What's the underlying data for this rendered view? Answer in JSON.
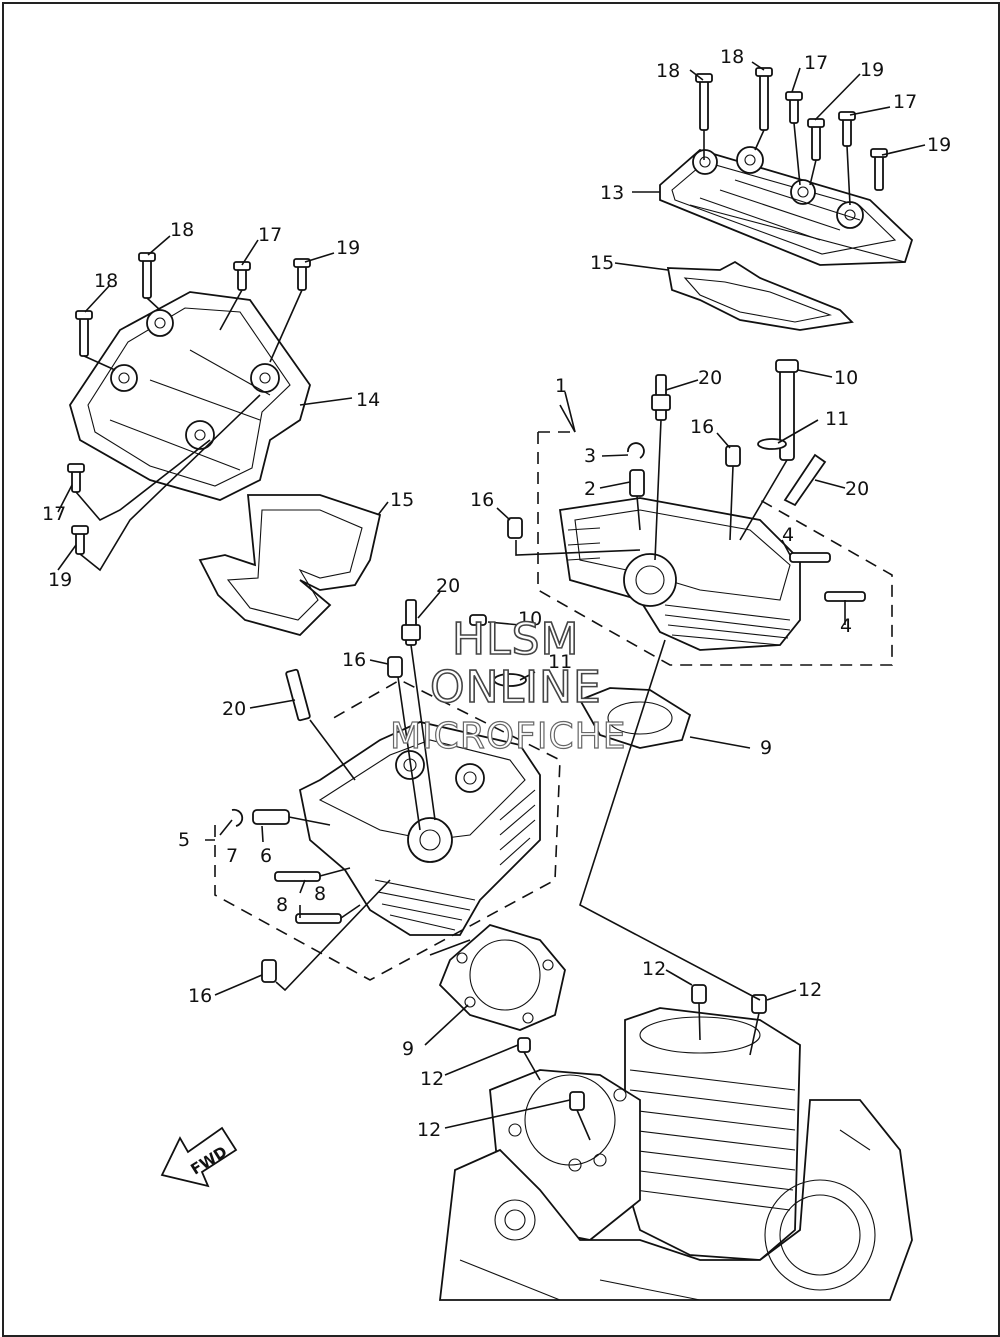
{
  "callouts": {
    "c1": "1",
    "c2": "2",
    "c3": "3",
    "c4a": "4",
    "c4b": "4",
    "c5": "5",
    "c6": "6",
    "c7": "7",
    "c8a": "8",
    "c8b": "8",
    "c9a": "9",
    "c9b": "9",
    "c10a": "10",
    "c10b": "10",
    "c11a": "11",
    "c11b": "11",
    "c12a": "12",
    "c12b": "12",
    "c12c": "12",
    "c12d": "12",
    "c13": "13",
    "c14": "14",
    "c15a": "15",
    "c15b": "15",
    "c16a": "16",
    "c16b": "16",
    "c16c": "16",
    "c16d": "16",
    "c17a": "17",
    "c17b": "17",
    "c17c": "17",
    "c17d": "17",
    "c18a": "18",
    "c18b": "18",
    "c18c": "18",
    "c18d": "18",
    "c19a": "19",
    "c19b": "19",
    "c19c": "19",
    "c19d": "19",
    "c20a": "20",
    "c20b": "20",
    "c20c": "20",
    "c20d": "20"
  },
  "watermark": {
    "line1": "HLSM",
    "line2": "ONLINE",
    "line3": "MICROFICHE"
  },
  "fwd_arrow": {
    "label": "FWD"
  }
}
